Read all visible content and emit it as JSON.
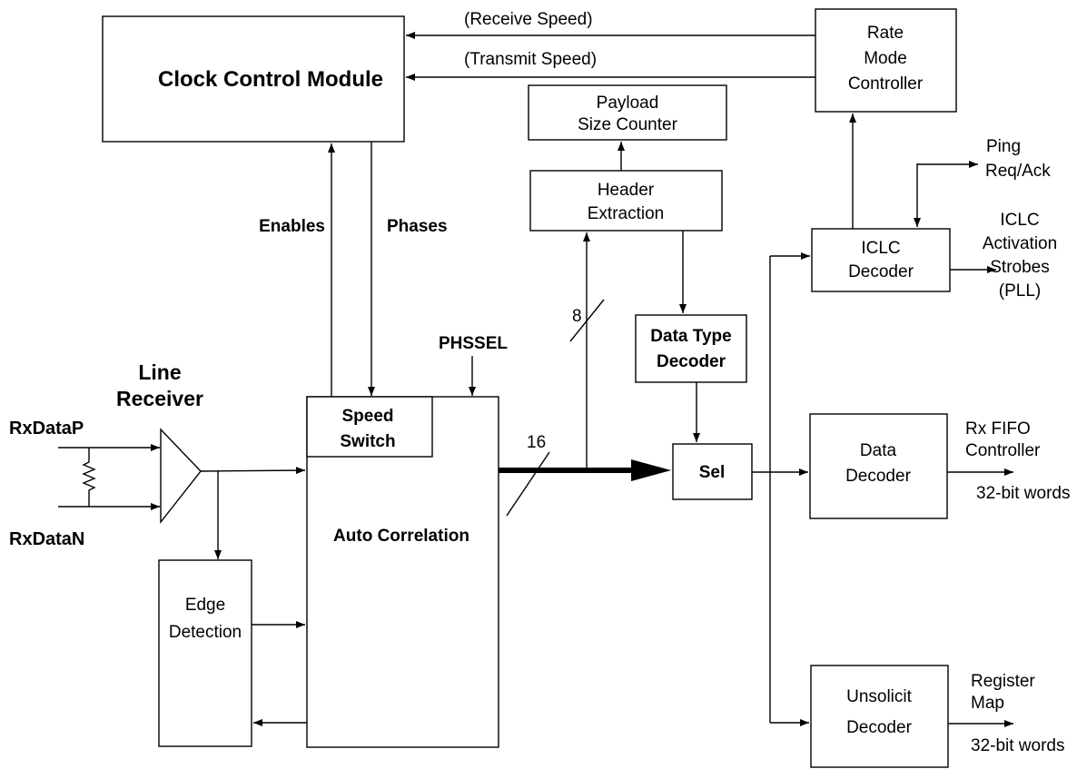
{
  "blocks": {
    "clock_control": "Clock Control Module",
    "rate_mode_line1": "Rate",
    "rate_mode_line2": "Mode",
    "rate_mode_line3": "Controller",
    "payload_line1": "Payload",
    "payload_line2": "Size Counter",
    "header_line1": "Header",
    "header_line2": "Extraction",
    "data_type_line1": "Data Type",
    "data_type_line2": "Decoder",
    "iclc_line1": "ICLC",
    "iclc_line2": "Decoder",
    "sel": "Sel",
    "data_decoder_line1": "Data",
    "data_decoder_line2": "Decoder",
    "unsolicit_line1": "Unsolicit",
    "unsolicit_line2": "Decoder",
    "speed_switch_line1": "Speed",
    "speed_switch_line2": "Switch",
    "auto_correlation": "Auto Correlation",
    "edge_line1": "Edge",
    "edge_line2": "Detection"
  },
  "labels": {
    "receive_speed": "(Receive Speed)",
    "transmit_speed": "(Transmit Speed)",
    "enables": "Enables",
    "phases": "Phases",
    "phssel": "PHSSEL",
    "line_receiver_line1": "Line",
    "line_receiver_line2": "Receiver",
    "rxdatap": "RxDataP",
    "rxdatan": "RxDataN",
    "bus_width_16": "16",
    "bus_width_8": "8",
    "ping_line1": "Ping",
    "ping_line2": "Req/Ack",
    "iclc_out_line1": "ICLC",
    "iclc_out_line2": "Activation",
    "iclc_out_line3": "Strobes",
    "iclc_out_line4": "(PLL)",
    "rx_fifo_line1": "Rx FIFO",
    "rx_fifo_line2": "Controller",
    "data_words": "32-bit words",
    "register_line1": "Register",
    "register_line2": "Map",
    "unsolicit_words": "32-bit words"
  }
}
